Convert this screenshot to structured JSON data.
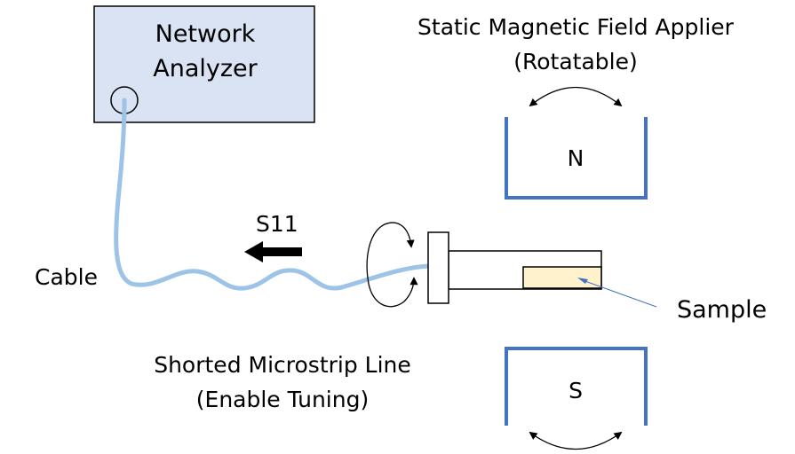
{
  "network_analyzer": {
    "line1": "Network",
    "line2": "Analyzer",
    "box_fill": "#DAE3F3",
    "box_stroke": "#000000"
  },
  "magnet_label": {
    "line1": "Static Magnetic Field Applier",
    "line2": "(Rotatable)"
  },
  "magnets": {
    "north_label": "N",
    "south_label": "S",
    "color": "#4472C4"
  },
  "signal": {
    "label": "S11",
    "arrow_color": "#000000"
  },
  "cable": {
    "label": "Cable",
    "color": "#9DC3E6"
  },
  "sample": {
    "label": "Sample",
    "fill": "#FFF2CC",
    "leader_color": "#4472C4"
  },
  "microstrip": {
    "line1": "Shorted Microstrip Line",
    "line2": "(Enable Tuning)"
  }
}
